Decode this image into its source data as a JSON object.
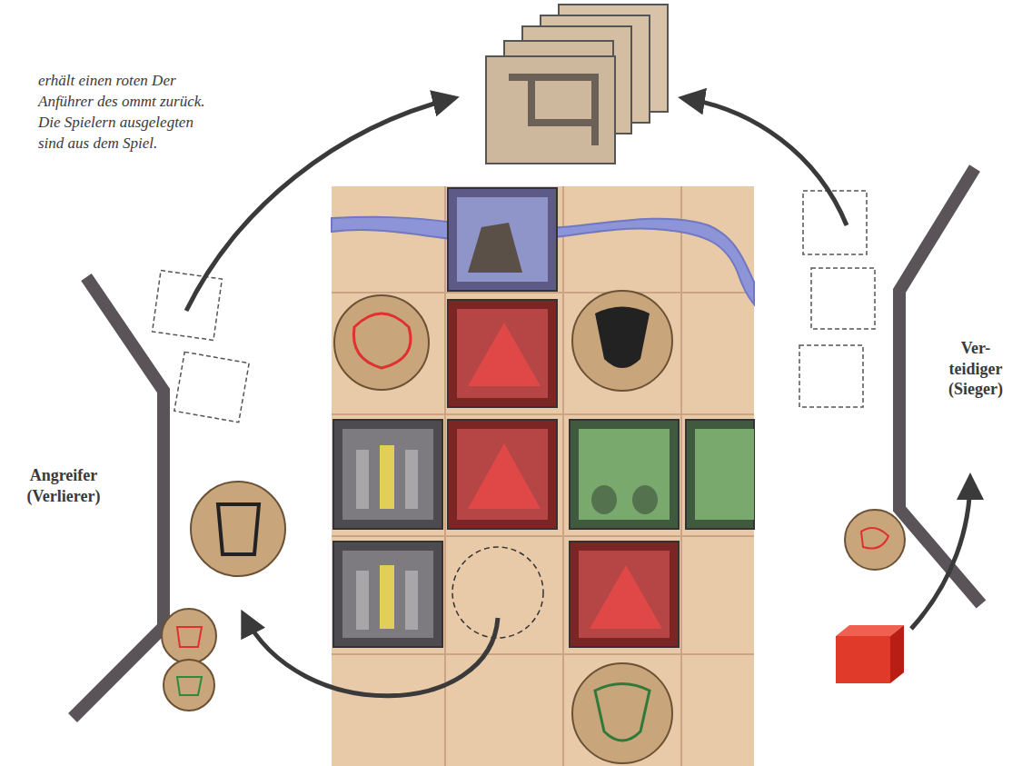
{
  "diagram": {
    "labels": [
      "erhält einen roten Der Anführer des ommt zurück. Die Spielern ausgelegten sind aus dem Spiel.",
      "Angreifer (Verlierer)",
      "Ver- teidiger (Sieger)"
    ]
  }
}
